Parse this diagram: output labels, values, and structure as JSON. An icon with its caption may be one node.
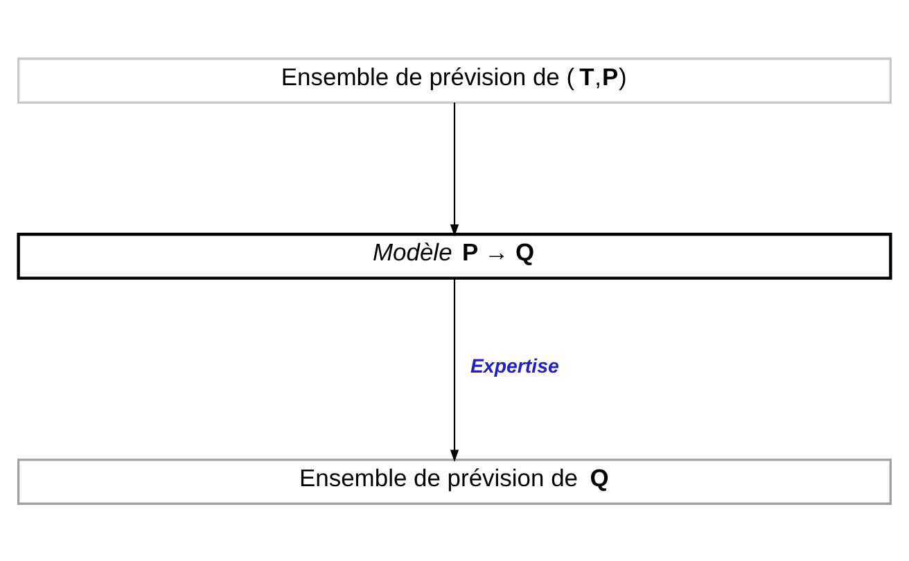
{
  "diagram": {
    "nodes": [
      {
        "text": [
          "Ensemble de prévision de (**T**,**P**)"
        ]
      },
      {
        "text": [
          "*Modèle* **P → Q**"
        ]
      },
      {
        "text": [
          "Ensemble de prévision de **Q**"
        ]
      }
    ],
    "edges": [
      {
        "from": 0,
        "to": 1,
        "arrow": "to"
      },
      {
        "from": 1,
        "to": 2,
        "arrow": "to",
        "label": "Expertise"
      }
    ]
  }
}
